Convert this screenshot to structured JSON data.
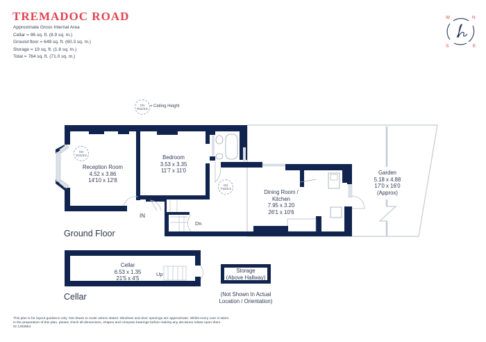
{
  "header": {
    "title": "TREMADOC ROAD",
    "subtitle": "Approximate Gross Internal Area",
    "areas": [
      "Cellar = 96 sq. ft. (8.9 sq. m.)",
      "Ground floor = 649 sq. ft. (60.3 sq. m.)",
      "Storage = 19 sq. ft. (1.8 sq. m.)",
      "Total = 764 sq. ft. (71.0 sq. m.)"
    ]
  },
  "compass": {
    "n": "N",
    "e": "E",
    "s": "S",
    "w": "W",
    "logo": "h"
  },
  "legend": {
    "ch": "CH",
    "ch_value": "9'11/3.0",
    "label": "= Ceiling Height"
  },
  "ground_floor": {
    "label": "Ground Floor",
    "entrance": "IN",
    "stairs_down": "Dn",
    "rooms": {
      "reception": {
        "name": "Reception Room",
        "metric": "4.52 x 3.86",
        "imperial": "14'10 x 12'8",
        "ch": "CH",
        "ch_value": "9'11/3.0"
      },
      "bedroom": {
        "name": "Bedroom",
        "metric": "3.53 x 3.35",
        "imperial": "11'7 x 11'0"
      },
      "dining": {
        "name": "Dining Room /",
        "name2": "Kitchen",
        "metric": "7.95 x 3.20",
        "imperial": "26'1 x 10'6",
        "ch": "CH",
        "ch_value": "7'10/2.3"
      },
      "garden": {
        "name": "Garden",
        "metric": "5.18 x 4.88",
        "imperial": "17'0 x 16'0",
        "note": "(Approx)"
      }
    }
  },
  "cellar": {
    "label": "Cellar",
    "room": {
      "name": "Cellar",
      "metric": "6.53 x 1.35",
      "imperial": "21'5 x 4'5"
    },
    "stairs_up": "Up"
  },
  "storage": {
    "name": "Storage",
    "note": "(Above Hallway)",
    "location_note_1": "(Not Shown In Actual",
    "location_note_2": "Location / Orientation)"
  },
  "footer": {
    "line1": "This plan is for layout guidance only. Not drawn to scale unless stated. Windows and door openings are approximate. Whilst every care is taken",
    "line2": "in the preparation of this plan, please check all dimensions, shapes and compass bearings before making any decisions reliant upon them.",
    "id": "ID 1293954"
  },
  "colors": {
    "wall": "#10244f",
    "title": "#e0434f",
    "text": "#2f3a55",
    "window": "#c7ccd6"
  }
}
